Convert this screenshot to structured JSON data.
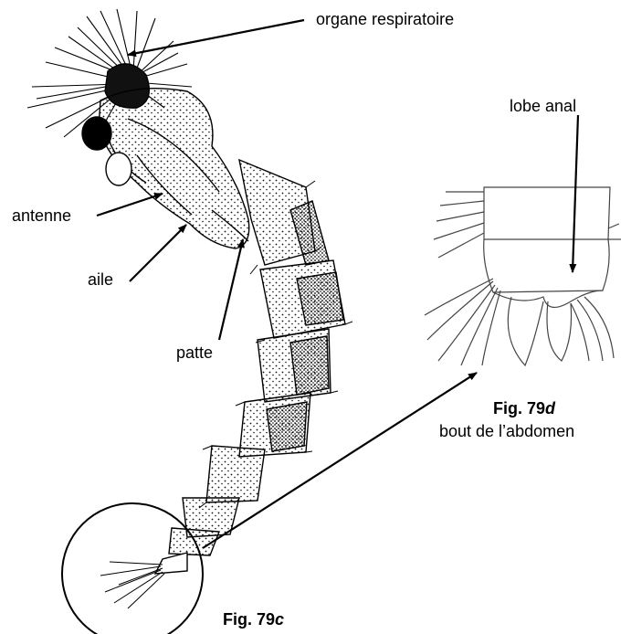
{
  "labels": {
    "organe": "organe respiratoire",
    "lobe": "lobe anal",
    "antenne": "antenne",
    "aile": "aile",
    "patte": "patte"
  },
  "fig_d": {
    "prefix": "Fig. 79",
    "letter": "d",
    "caption": "bout de l’abdomen"
  },
  "fig_c": {
    "prefix": "Fig. 79",
    "letter": "c"
  }
}
